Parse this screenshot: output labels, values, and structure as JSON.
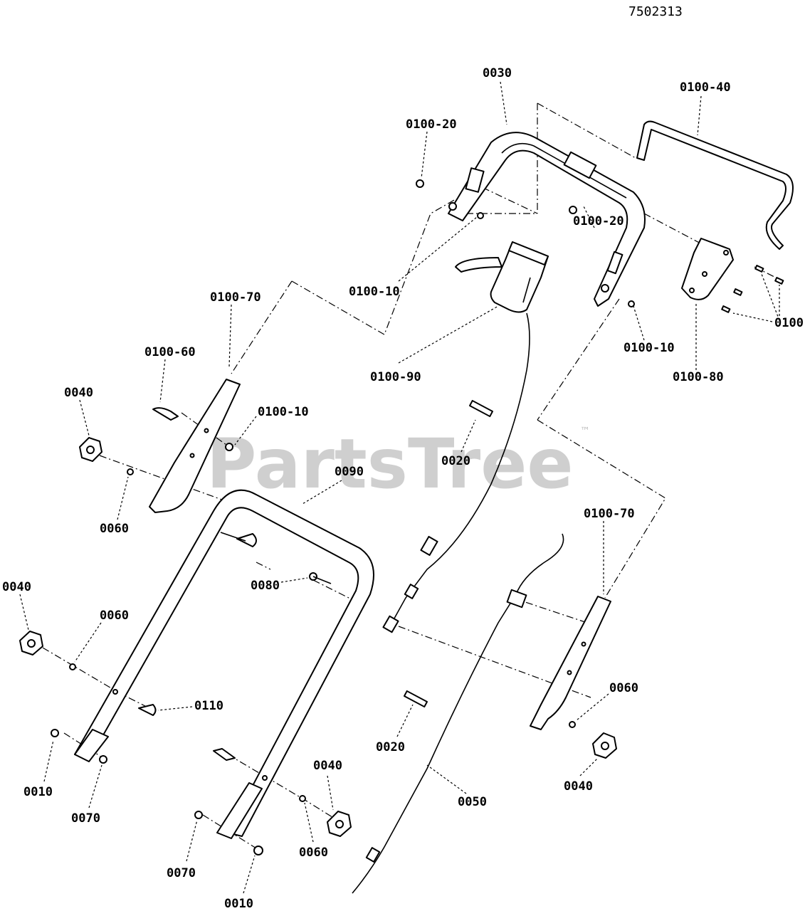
{
  "diagram": {
    "document_number": "7502313",
    "watermark": {
      "text": "PartsTree",
      "trademark": "™"
    },
    "callouts": {
      "upper_handle": "0030",
      "bail_pin_left": "0100-20",
      "bail_bar": "0100-40",
      "bushing_left": "0100-10",
      "bail_pin_right": "0100-20",
      "bushing_right": "0100-10",
      "screws": "0100",
      "cover_plate": "0100-80",
      "control_box": "0100-90",
      "left_bracket": "0100-70",
      "bolt_left_bracket": "0100-60",
      "bushing_bracket": "0100-10",
      "knob_upper_left": "0040",
      "washer_upper_left": "0060",
      "lower_handle": "0090",
      "cable_clip_upper": "0020",
      "right_bracket": "0100-70",
      "carriage_bolt": "0080",
      "knob_left": "0040",
      "washer_left": "0060",
      "washer_right": "0060",
      "pin_0110": "0110",
      "bolt_lower_left": "0010",
      "nut_lower_left": "0070",
      "knob_right": "0040",
      "cable_clip_lower": "0020",
      "cable": "0050",
      "knob_bottom": "0040",
      "washer_bottom": "0060",
      "nut_bottom": "0070",
      "bolt_bottom": "0010"
    }
  }
}
